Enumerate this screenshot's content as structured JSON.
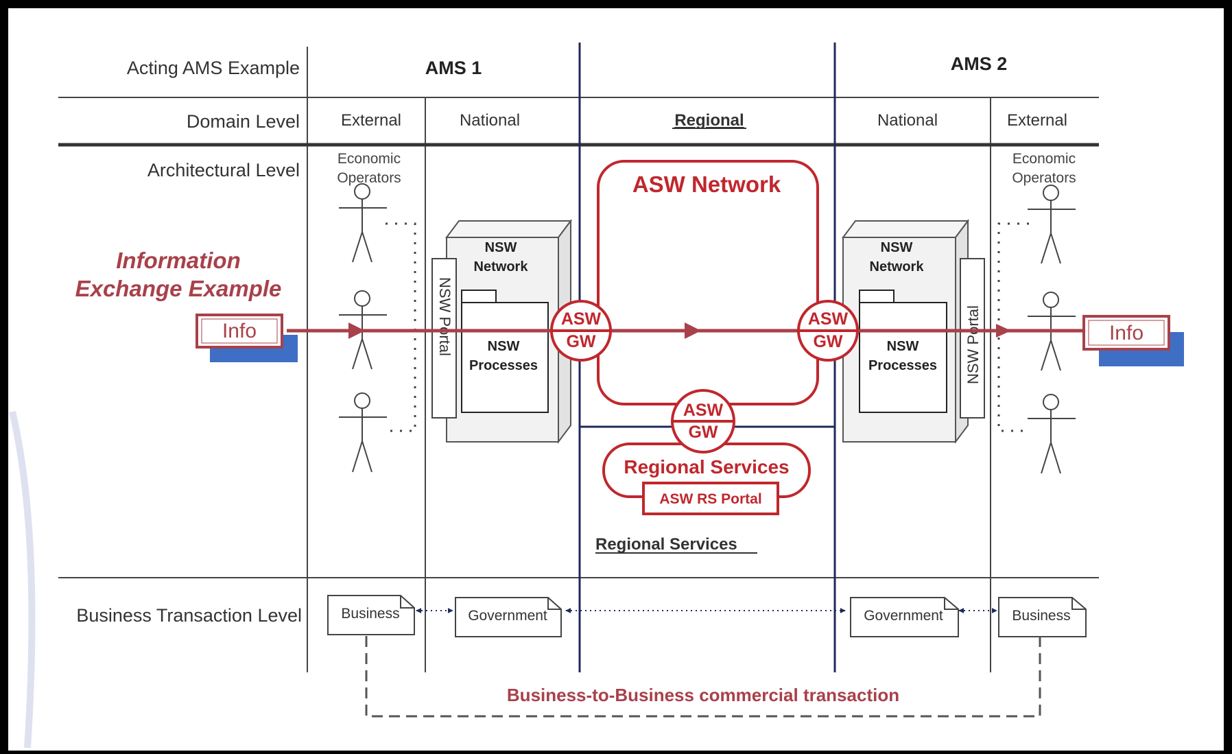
{
  "header": {
    "row_label": "Acting AMS Example",
    "ams1": "AMS 1",
    "ams2": "AMS 2"
  },
  "domain": {
    "row_label": "Domain Level",
    "left_external": "External",
    "left_national": "National",
    "regional": "Regional",
    "right_national": "National",
    "right_external": "External"
  },
  "architecture": {
    "row_label": "Architectural Level",
    "eo_left_line1": "Economic",
    "eo_left_line2": "Operators",
    "eo_right_line1": "Economic",
    "eo_right_line2": "Operators"
  },
  "info_example": {
    "line1": "Information",
    "line2": "Exchange Example",
    "info_left": "Info",
    "info_right": "Info"
  },
  "nsw_left": {
    "network_line1": "NSW",
    "network_line2": "Network",
    "processes_line1": "NSW",
    "processes_line2": "Processes",
    "portal": "NSW Portal"
  },
  "nsw_right": {
    "network_line1": "NSW",
    "network_line2": "Network",
    "processes_line1": "NSW",
    "processes_line2": "Processes",
    "portal": "NSW Portal"
  },
  "asw": {
    "network": "ASW Network",
    "gw_line1": "ASW",
    "gw_line2": "GW",
    "regional_services": "Regional Services",
    "rs_portal": "ASW RS Portal",
    "regional_services_caption": "Regional Services"
  },
  "business": {
    "row_label": "Business Transaction Level",
    "left_business": "Business",
    "left_government": "Government",
    "right_government": "Government",
    "right_business": "Business",
    "b2b": "Business-to-Business commercial transaction"
  },
  "colors": {
    "accent_red": "#c0272d",
    "label_red": "#a8414a",
    "divider_navy": "#1f2a5a",
    "info_shadow_blue": "#3f6fc4"
  }
}
